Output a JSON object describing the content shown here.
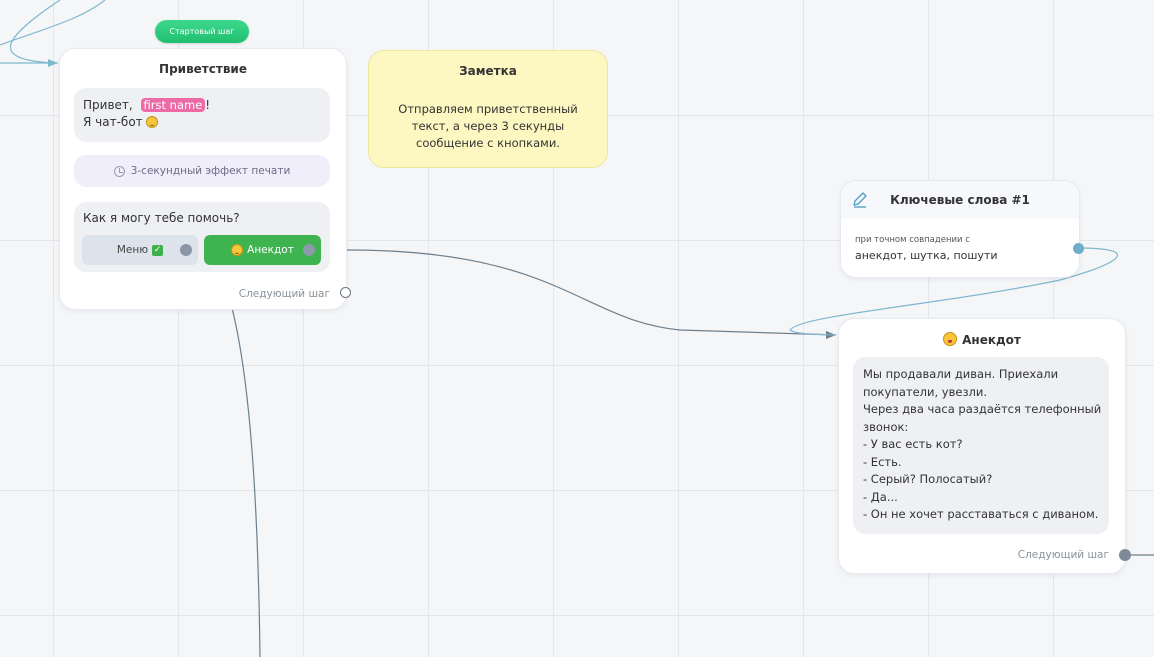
{
  "start_badge": "Стартовый шаг",
  "greeting_node": {
    "title": "Приветствие",
    "message": {
      "line1_prefix": "Привет,",
      "variable": "first name",
      "line1_suffix": "!",
      "line2": "Я чат-бот"
    },
    "typing_effect": "3-секундный эффект печати",
    "question": "Как я могу тебе помочь?",
    "buttons": [
      {
        "label": "Меню",
        "icon": "check-mark-emoji"
      },
      {
        "label": "Анекдот",
        "icon": "tongue-face-emoji"
      }
    ],
    "next_step": "Следующий шаг"
  },
  "note": {
    "title": "Заметка",
    "text": "Отправляем приветственный текст, а через 3 секунды сообщение с кнопками."
  },
  "keywords_node": {
    "title": "Ключевые слова #1",
    "icon": "pencil-icon",
    "caption": "при точном совпадении с",
    "words": "анекдот, шутка, пошути"
  },
  "joke_node": {
    "title": "Анекдот",
    "lines": [
      "Мы продавали диван. Приехали",
      "покупатели, увезли.",
      "Через два часа раздаётся телефонный",
      "звонок:",
      "- У вас есть кот?",
      "- Есть.",
      "- Серый? Полосатый?",
      "- Да...",
      "- Он не хочет расставаться с диваном."
    ],
    "next_step": "Следующий шаг"
  },
  "colors": {
    "start_green": "#1fbf6f",
    "variable_pink": "#ec6aa6",
    "joke_button_green": "#3fb34f",
    "note_yellow": "#fdf7c2",
    "link_teal": "#6faecb",
    "link_gray": "#6d7f8c"
  }
}
